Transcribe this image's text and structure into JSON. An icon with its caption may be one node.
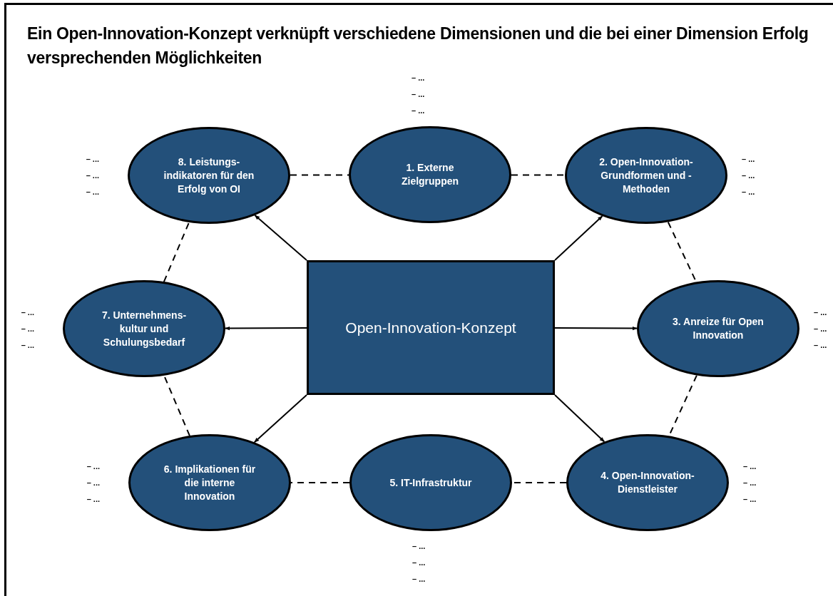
{
  "diagram": {
    "title": "Ein Open-Innovation-Konzept verknüpft verschiedene Dimensionen und die bei einer Dimension Erfolg versprechenden Möglichkeiten",
    "nodes": [
      {
        "text": [
          "Open-Innovation-Konzept"
        ]
      },
      {
        "text": [
          "1. Externe Zielgruppen"
        ],
        "beside": [
          "– ...",
          "– ...",
          "– ..."
        ]
      },
      {
        "text": [
          "2. Open-Innovation-Grundformen und -Methoden"
        ],
        "beside": [
          "– ...",
          "– ...",
          "– ..."
        ]
      },
      {
        "text": [
          "3. Anreize für Open Innovation"
        ],
        "beside": [
          "– ...",
          "– ...",
          "– ..."
        ]
      },
      {
        "text": [
          "4. Open-Innovation-Dienstleister"
        ],
        "beside": [
          "– ...",
          "– ...",
          "– ..."
        ]
      },
      {
        "text": [
          "5. IT-Infrastruktur"
        ],
        "beside": [
          "– ...",
          "– ...",
          "– ..."
        ]
      },
      {
        "text": [
          "6. Implikationen für die interne Innovation"
        ],
        "beside": [
          "– ...",
          "– ...",
          "– ..."
        ]
      },
      {
        "text": [
          "7. Unternehmens-kultur und Schulungsbedarf"
        ],
        "beside": [
          "– ...",
          "– ...",
          "– ..."
        ]
      },
      {
        "text": [
          "8. Leistungs-indikatoren für den Erfolg von OI"
        ],
        "beside": [
          "– ...",
          "– ...",
          "– ..."
        ]
      }
    ],
    "edges": [
      {
        "from": 0,
        "to": 8,
        "arrow": "to"
      },
      {
        "from": 0,
        "to": 2,
        "arrow": "to"
      },
      {
        "from": 0,
        "to": 7,
        "arrow": "to"
      },
      {
        "from": 0,
        "to": 3,
        "arrow": "to"
      },
      {
        "from": 0,
        "to": 6,
        "arrow": "to"
      },
      {
        "from": 0,
        "to": 4,
        "arrow": "to"
      },
      {
        "from": 8,
        "to": 1,
        "arrow": "none",
        "style": "dashed"
      },
      {
        "from": 1,
        "to": 2,
        "arrow": "none",
        "style": "dashed"
      },
      {
        "from": 2,
        "to": 3,
        "arrow": "none",
        "style": "dashed"
      },
      {
        "from": 3,
        "to": 4,
        "arrow": "none",
        "style": "dashed"
      },
      {
        "from": 4,
        "to": 5,
        "arrow": "none",
        "style": "dashed"
      },
      {
        "from": 5,
        "to": 6,
        "arrow": "none",
        "style": "dashed"
      },
      {
        "from": 6,
        "to": 7,
        "arrow": "none",
        "style": "dashed"
      },
      {
        "from": 7,
        "to": 8,
        "arrow": "none",
        "style": "dashed"
      }
    ]
  }
}
